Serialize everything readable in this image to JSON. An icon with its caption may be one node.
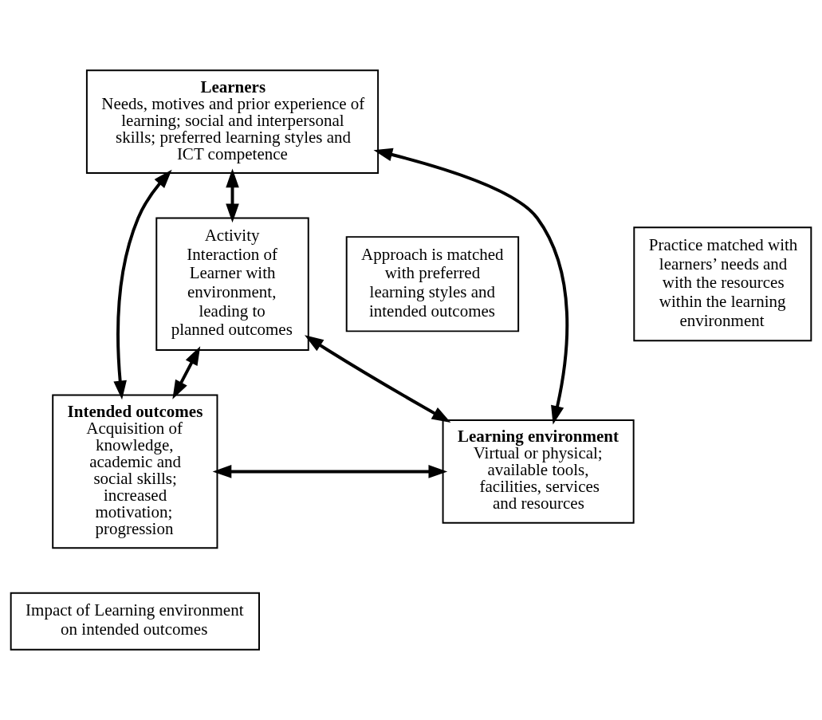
{
  "diagram": {
    "nodes": [
      {
        "text": [
          "Learners",
          "Needs, motives and prior experience of learning; social and interpersonal skills; preferred learning styles and ICT competence"
        ]
      },
      {
        "text": [
          "Approach is matched with preferred learning styles and intended outcomes"
        ]
      },
      {
        "text": [
          "Activity",
          "Interaction of Learner with environment, leading to planned outcomes"
        ]
      },
      {
        "text": [
          "Practice matched with learners’ needs and with the resources within the learning environment"
        ]
      },
      {
        "text": [
          "Intended outcomes",
          "Acquisition of knowledge, academic and social skills; increased motivation; progression"
        ]
      },
      {
        "text": [
          "Learning environment",
          "Virtual or physical; available tools, facilities, services and resources"
        ]
      },
      {
        "text": [
          "Impact of Learning environment on intended outcomes"
        ]
      }
    ],
    "edges": [
      {
        "from": 0,
        "to": 4,
        "arrow": "both"
      },
      {
        "from": 0,
        "to": 2,
        "arrow": "both"
      },
      {
        "from": 0,
        "to": 5,
        "arrow": "both"
      },
      {
        "from": 2,
        "to": 4,
        "arrow": "both"
      },
      {
        "from": 2,
        "to": 5,
        "arrow": "both"
      },
      {
        "from": 4,
        "to": 5,
        "arrow": "both"
      }
    ]
  }
}
